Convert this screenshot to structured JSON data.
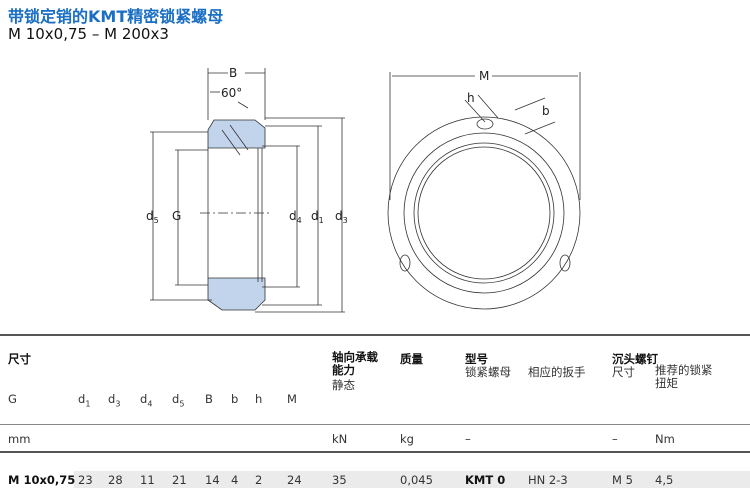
{
  "title": "带锁定销的KMT精密锁紧螺母",
  "subtitle": "M 10x0,75 – M 200x3",
  "drawing": {
    "B": "B",
    "angle": "60°",
    "d5": "d",
    "d5_sub": "5",
    "G": "G",
    "d4": "d",
    "d4_sub": "4",
    "d1": "d",
    "d1_sub": "1",
    "d3": "d",
    "d3_sub": "3",
    "M": "M",
    "h": "h",
    "b": "b"
  },
  "table": {
    "group_dims": "尺寸",
    "group_load": "轴向承载\n能力",
    "load_sub": "静态",
    "group_mass": "质量",
    "group_designation": "型号",
    "designation_nut": "锁紧螺母",
    "designation_wrench": "相应的扳手",
    "group_screw": "沉头螺钉",
    "screw_size": "尺寸",
    "screw_torque": "推荐的锁紧\n扭矩",
    "columns": [
      {
        "sym": "G",
        "sub": ""
      },
      {
        "sym": "d",
        "sub": "1"
      },
      {
        "sym": "d",
        "sub": "3"
      },
      {
        "sym": "d",
        "sub": "4"
      },
      {
        "sym": "d",
        "sub": "5"
      },
      {
        "sym": "B",
        "sub": ""
      },
      {
        "sym": "b",
        "sub": ""
      },
      {
        "sym": "h",
        "sub": ""
      },
      {
        "sym": "M",
        "sub": ""
      }
    ],
    "units": {
      "dims": "mm",
      "load": "kN",
      "mass": "kg",
      "designation": "–",
      "screw": "–",
      "torque": "Nm"
    },
    "rows": [
      {
        "G": "M 10x0,75",
        "d1": "23",
        "d3": "28",
        "d4": "11",
        "d5": "21",
        "B": "14",
        "b": "4",
        "h": "2",
        "M": "24",
        "load": "35",
        "mass": "0,045",
        "nut": "KMT 0",
        "wrench": "HN 2-3",
        "screw": "M 5",
        "torque": "4,5"
      }
    ]
  }
}
